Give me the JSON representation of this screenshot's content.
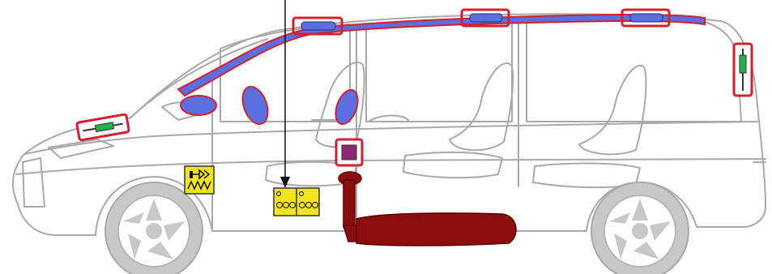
{
  "diagram": {
    "subject": "van",
    "colors": {
      "outline": "#a9a9a9",
      "body_fill": "#ffffff",
      "wheel_fill": "#c8c8c8",
      "airbag_fill": "#5b6fe0",
      "airbag_outline": "#d3202f",
      "highlight_box": "#d3202f",
      "battery_fill": "#f2e41d",
      "sensor_fill": "#f2e41d",
      "fuel_system": "#8b0d0d",
      "control_unit": "#8a2a73",
      "roof_sensor_fill": "#22b24c"
    },
    "components": [
      {
        "id": "curtain-airbag",
        "icon": "curtain-airbag-icon"
      },
      {
        "id": "roof-airbag-modules",
        "icon": "airbag-cylinder-icon"
      },
      {
        "id": "front-airbags",
        "icon": "airbag-icon"
      },
      {
        "id": "side-airbag",
        "icon": "airbag-icon"
      },
      {
        "id": "front-sensor",
        "icon": "sensor-icon"
      },
      {
        "id": "rear-sensor",
        "icon": "sensor-icon"
      },
      {
        "id": "airbag-control-unit",
        "icon": "control-unit-icon"
      },
      {
        "id": "high-voltage-sensor",
        "icon": "warning-sensor-icon"
      },
      {
        "id": "battery",
        "icon": "battery-icon"
      },
      {
        "id": "fuel-tank",
        "icon": "fuel-tank-icon"
      }
    ]
  }
}
